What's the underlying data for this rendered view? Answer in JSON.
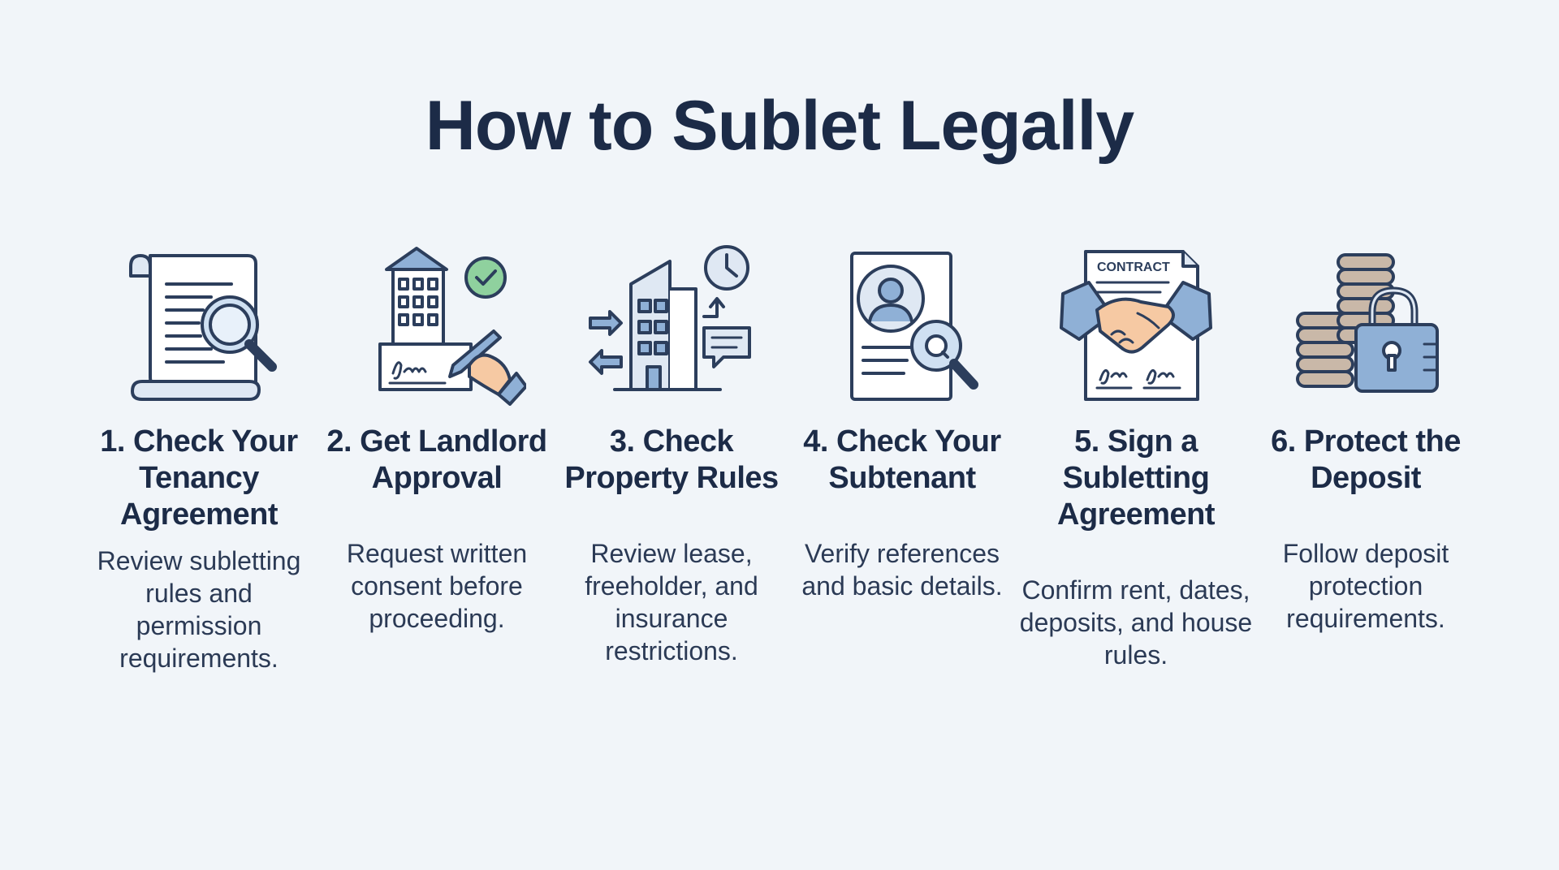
{
  "title": "How to Sublet Legally",
  "colors": {
    "background": "#f1f5f9",
    "text": "#1c2b47",
    "icon_outline": "#2c3e5c",
    "icon_fill_blue": "#8fb0d6",
    "icon_fill_light": "#dfe8f3",
    "check_green": "#8fd19e",
    "skin": "#f6c9a3",
    "coin": "#c9b8a8"
  },
  "steps": [
    {
      "icon": "document-magnifier-icon",
      "title": "1. Check Your Tenancy Agreement",
      "description": "Review subletting rules and permission requirements."
    },
    {
      "icon": "building-signature-icon",
      "title": "2. Get Landlord Approval",
      "description": "Request written consent before proceeding."
    },
    {
      "icon": "property-rules-icon",
      "title": "3. Check Property Rules",
      "description": "Review lease, freeholder, and insurance restrictions."
    },
    {
      "icon": "profile-magnifier-icon",
      "title": "4. Check Your Subtenant",
      "description": "Verify references and basic details."
    },
    {
      "icon": "contract-handshake-icon",
      "title": "5. Sign a Subletting Agreement",
      "description": "Confirm rent, dates, deposits, and house rules.",
      "icon_text": "CONTRACT"
    },
    {
      "icon": "coins-lock-icon",
      "title": "6. Protect the Deposit",
      "description": "Follow deposit protection requirements."
    }
  ]
}
